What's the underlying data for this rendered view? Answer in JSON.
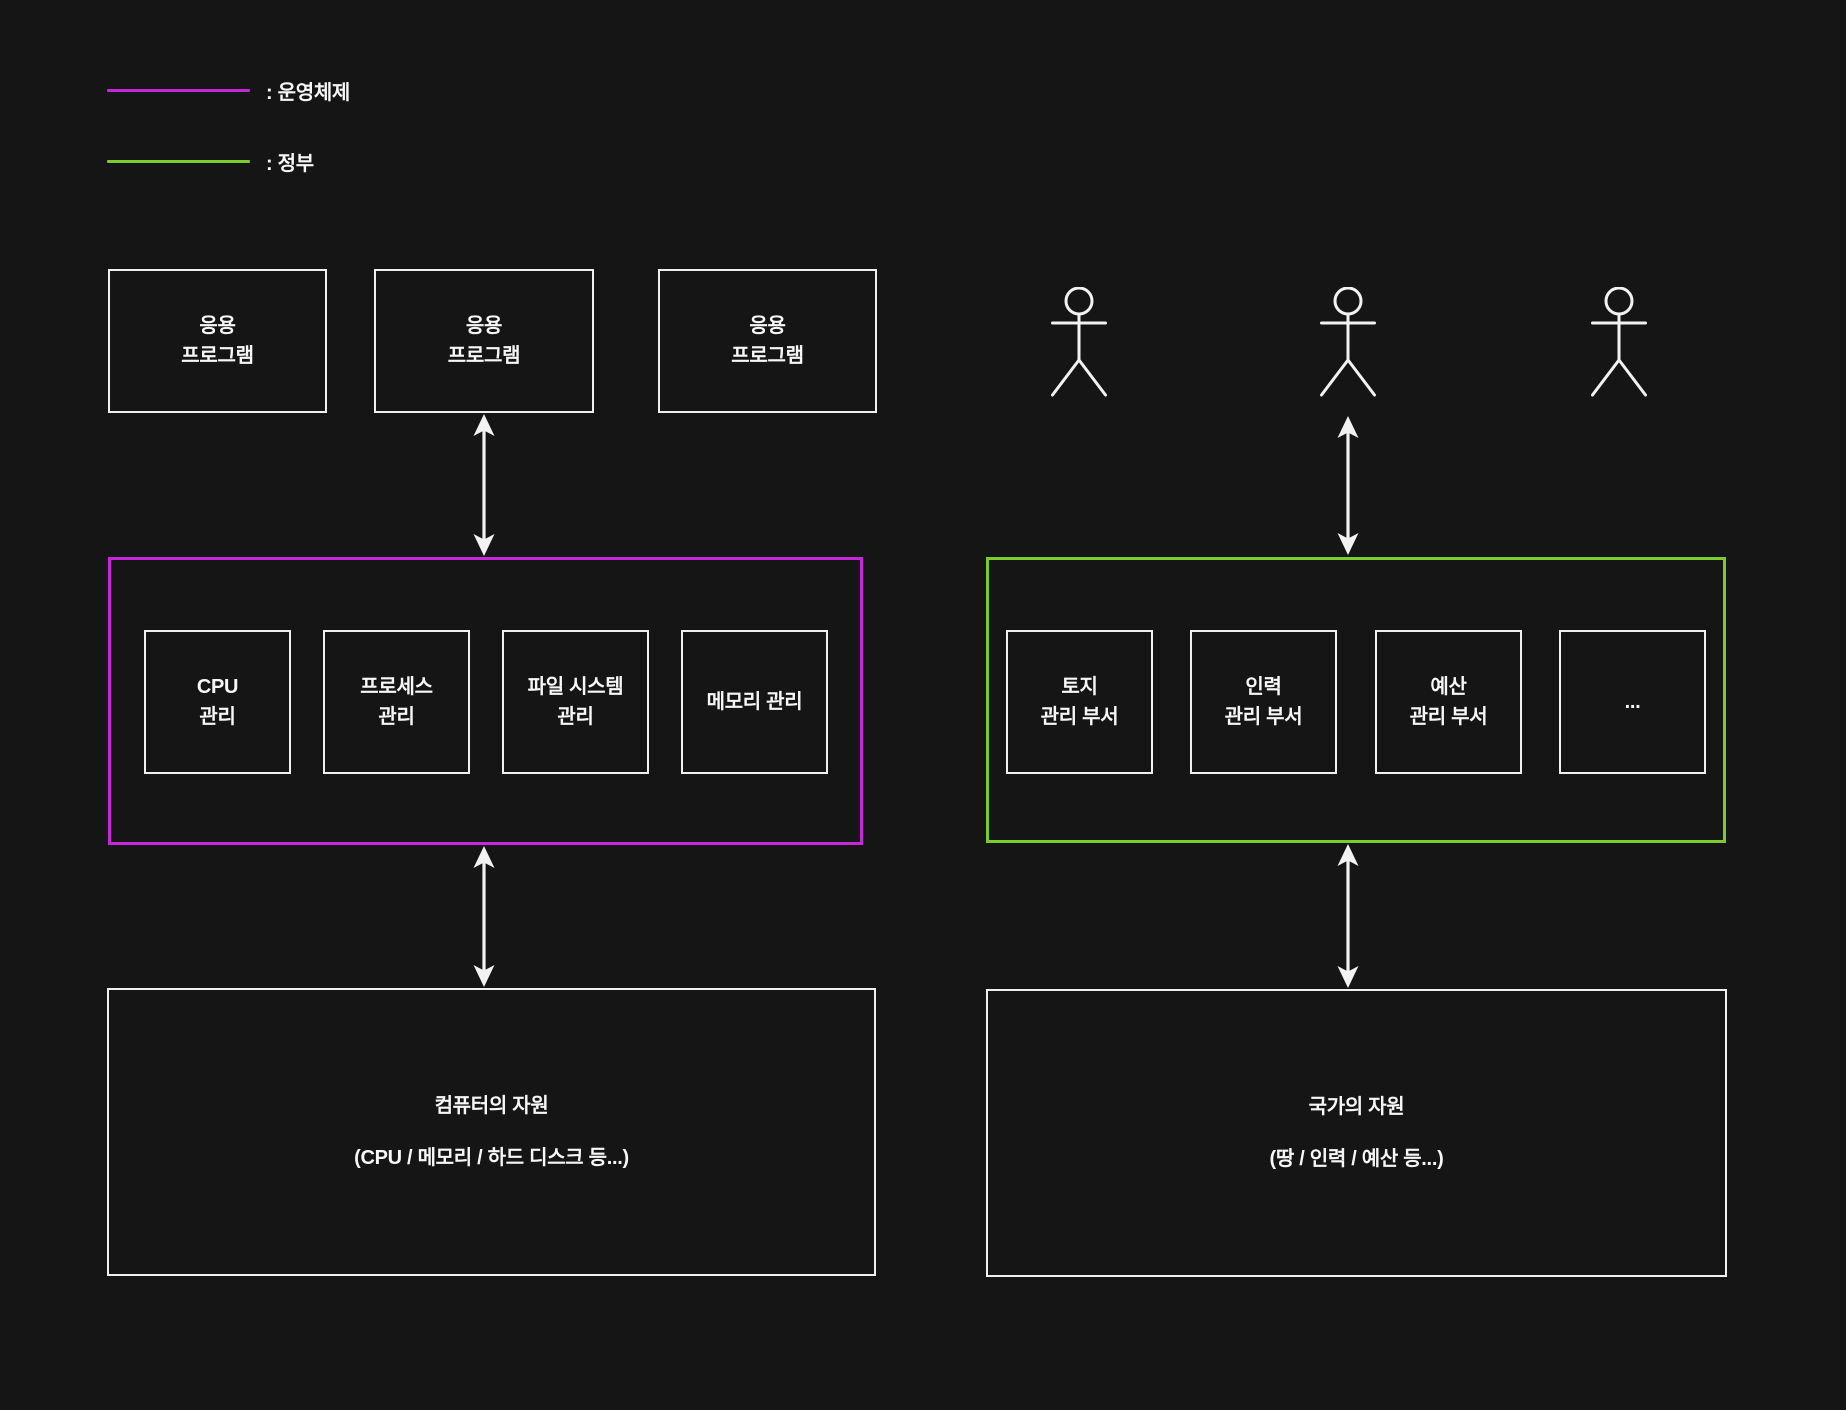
{
  "legend": {
    "items": [
      {
        "name": "operating-system",
        "label": ": 운영체제",
        "color": "#c428d8"
      },
      {
        "name": "government",
        "label": ": 정부",
        "color": "#7dcc2e"
      }
    ]
  },
  "os": {
    "apps": [
      {
        "label": "응용\n프로그램"
      },
      {
        "label": "응용\n프로그램"
      },
      {
        "label": "응용\n프로그램"
      }
    ],
    "modules": [
      {
        "label": "CPU\n관리"
      },
      {
        "label": "프로세스\n관리"
      },
      {
        "label": "파일 시스템\n관리"
      },
      {
        "label": "메모리 관리"
      }
    ],
    "resources": {
      "title": "컴퓨터의 자원",
      "subtitle": "(CPU / 메모리 / 하드 디스크 등...)"
    }
  },
  "government": {
    "departments": [
      {
        "label": "토지\n관리 부서"
      },
      {
        "label": "인력\n관리 부서"
      },
      {
        "label": "예산\n관리 부서"
      },
      {
        "label": "..."
      }
    ],
    "resources": {
      "title": "국가의 자원",
      "subtitle": "(땅 / 인력 / 예산 등...)"
    }
  },
  "colors": {
    "background": "#151515",
    "os_border": "#c428d8",
    "gov_border": "#7dcc2e",
    "box_border": "#f0f0f0",
    "text": "#f7f7f7"
  }
}
